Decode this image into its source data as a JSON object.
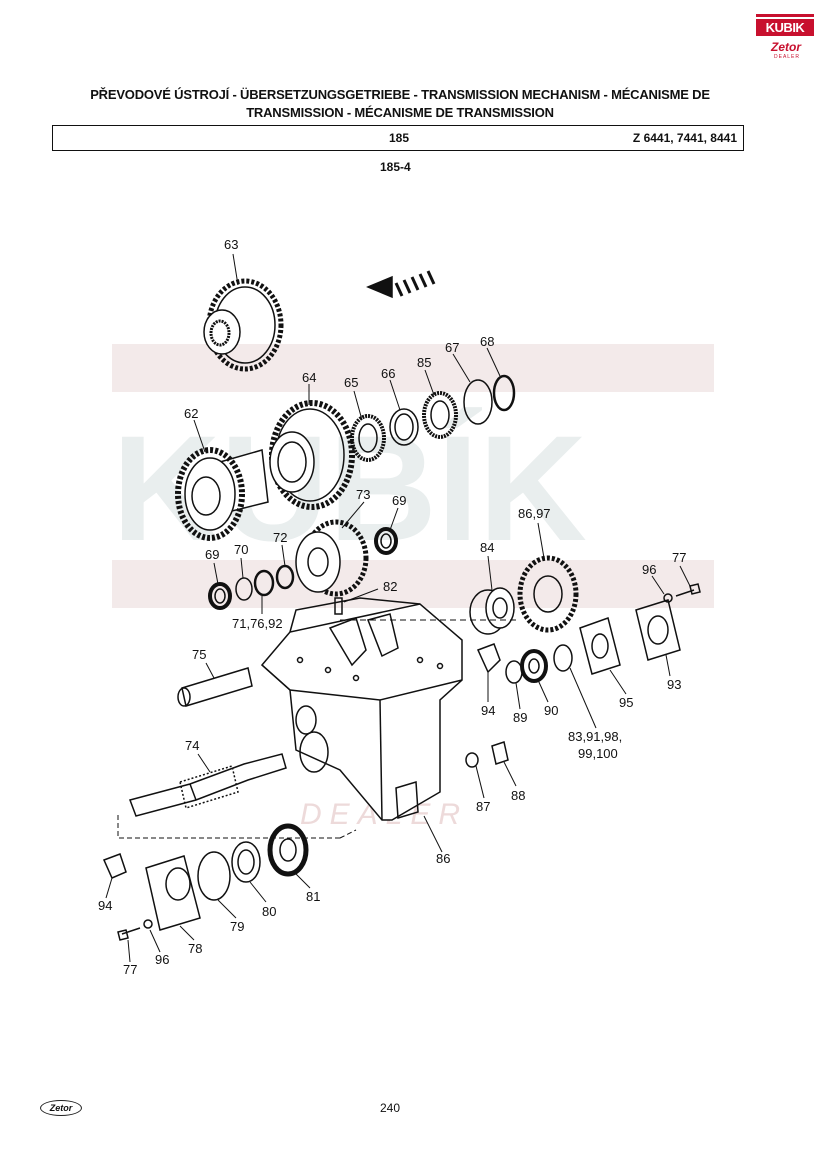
{
  "header": {
    "title_line1": "PŘEVODOVÉ ÚSTROJÍ - ÜBERSETZUNGSGETRIEBE - TRANSMISSION MECHANISM - MÉCANISME DE",
    "title_line2": "TRANSMISSION - MÉCANISME DE TRANSMISSION",
    "group_number": "185",
    "models": "Z 6441, 7441, 8441",
    "subgroup": "185-4"
  },
  "logo": {
    "brand": "KUBIK",
    "sub": "Zetor",
    "dealer": "DEALER"
  },
  "footer": {
    "page_number": "240",
    "logo": "Zetor"
  },
  "watermark": {
    "text": "KUBÍK",
    "dealer": "DEALER",
    "color": "#e8d6d6"
  },
  "callouts": {
    "c63": "63",
    "c64": "64",
    "c65": "65",
    "c66": "66",
    "c85": "85",
    "c67": "67",
    "c68": "68",
    "c62": "62",
    "c73": "73",
    "c69a": "69",
    "c69b": "69",
    "c70": "70",
    "c72": "72",
    "c71": "71,76,92",
    "c82": "82",
    "c84": "84",
    "c8697": "86,97",
    "c96a": "96",
    "c77a": "77",
    "c75": "75",
    "c94a": "94",
    "c89": "89",
    "c90": "90",
    "c95": "95",
    "c93": "93",
    "c83a": "83,91,98,",
    "c83b": "99,100",
    "c74": "74",
    "c87": "87",
    "c88": "88",
    "c86": "86",
    "c94b": "94",
    "c79": "79",
    "c80": "80",
    "c81": "81",
    "c78": "78",
    "c96b": "96",
    "c77b": "77"
  }
}
